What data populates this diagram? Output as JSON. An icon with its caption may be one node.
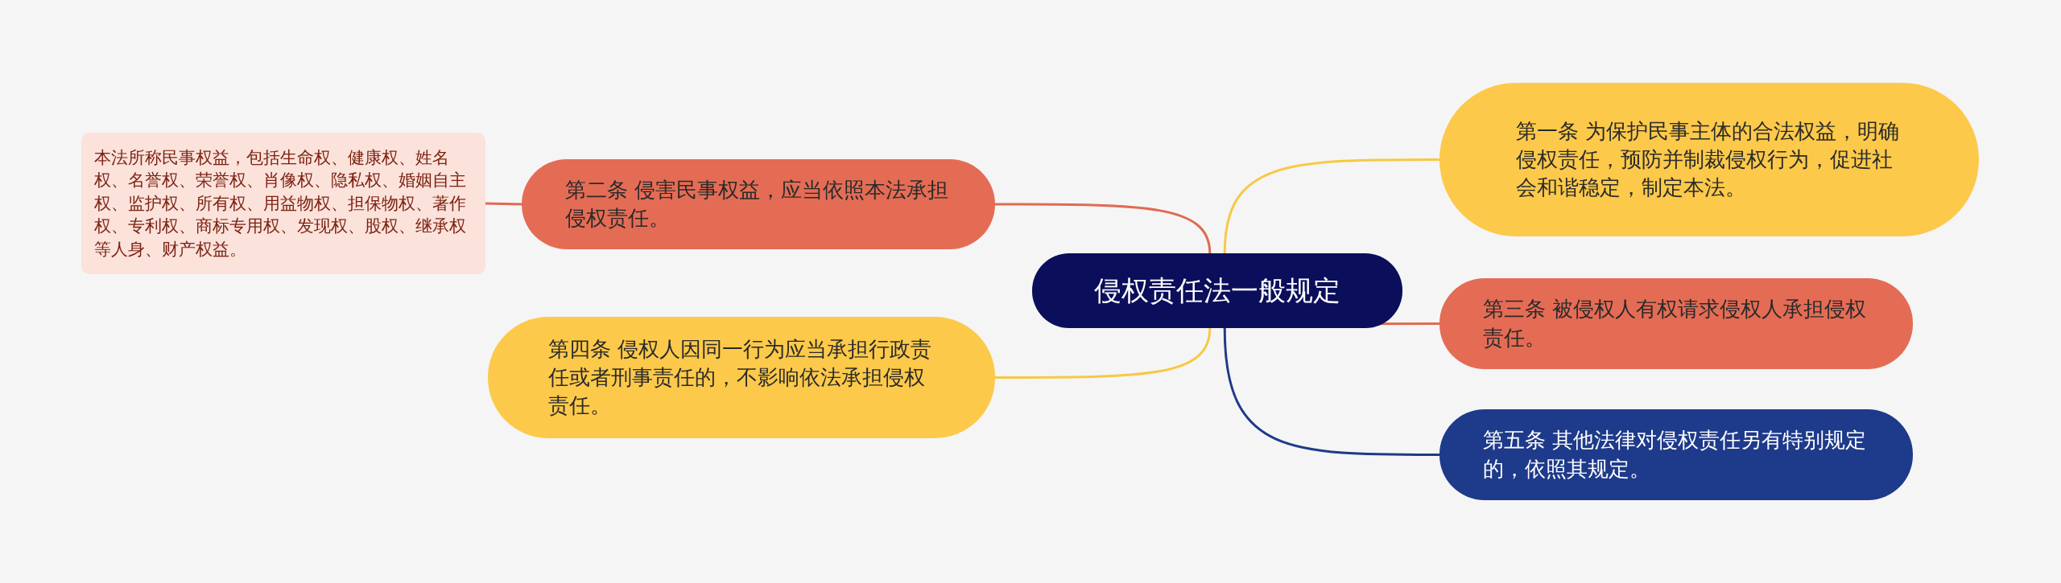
{
  "diagram": {
    "nodes": [
      {
        "text": [
          "侵权责任法一般规定"
        ]
      },
      {
        "text": [
          "第一条 为保护民事主体的合法权益，明确侵权责任，预防并制裁侵权行为，促进社会和谐稳定，制定本法。"
        ]
      },
      {
        "text": [
          "第二条 侵害民事权益，应当依照本法承担侵权责任。"
        ]
      },
      {
        "text": [
          "本法所称民事权益，包括生命权、健康权、姓名权、名誉权、荣誉权、肖像权、隐私权、婚姻自主权、监护权、所有权、用益物权、担保物权、著作权、专利权、商标专用权、发现权、股权、继承权等人身、财产权益。"
        ]
      },
      {
        "text": [
          "第三条 被侵权人有权请求侵权人承担侵权责任。"
        ]
      },
      {
        "text": [
          "第四条 侵权人因同一行为应当承担行政责任或者刑事责任的，不影响依法承担侵权责任。"
        ]
      },
      {
        "text": [
          "第五条 其他法律对侵权责任另有特别规定的，依照其规定。"
        ]
      }
    ],
    "edges": [
      {
        "from": 0,
        "to": 1,
        "arrow": "none",
        "color": "#f7c843"
      },
      {
        "from": 0,
        "to": 2,
        "arrow": "none",
        "color": "#e06a52"
      },
      {
        "from": 2,
        "to": 3,
        "arrow": "none",
        "color": "#e06a52"
      },
      {
        "from": 0,
        "to": 4,
        "arrow": "none",
        "color": "#e06a52"
      },
      {
        "from": 0,
        "to": 5,
        "arrow": "none",
        "color": "#f7c843"
      },
      {
        "from": 0,
        "to": 6,
        "arrow": "none",
        "color": "#1e3a8a"
      }
    ]
  }
}
